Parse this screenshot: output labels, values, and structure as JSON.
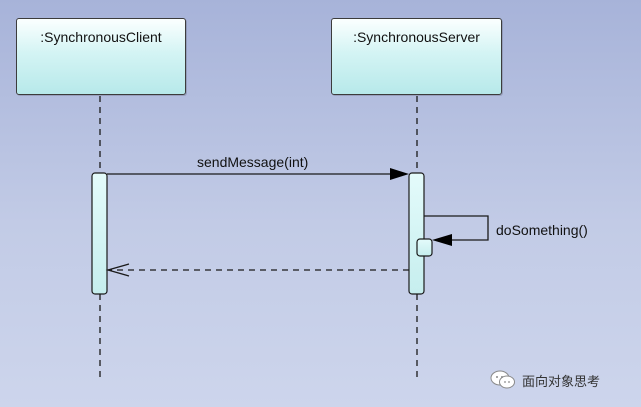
{
  "lifelines": [
    {
      "id": "client",
      "label": ":SynchronousClient"
    },
    {
      "id": "server",
      "label": ":SynchronousServer"
    }
  ],
  "messages": [
    {
      "type": "synchronous",
      "from": "client",
      "to": "server",
      "label": "sendMessage(int)"
    },
    {
      "type": "self",
      "on": "server",
      "label": "doSomething()"
    },
    {
      "type": "return",
      "from": "server",
      "to": "client",
      "label": ""
    }
  ],
  "watermark": {
    "text": "面向对象思考",
    "icon": "wechat-icon"
  },
  "colors": {
    "background_top": "#a7b3d9",
    "background_bottom": "#cdd5ec",
    "box_fill": "#c9f0f0",
    "stroke": "#2a2a2a"
  }
}
